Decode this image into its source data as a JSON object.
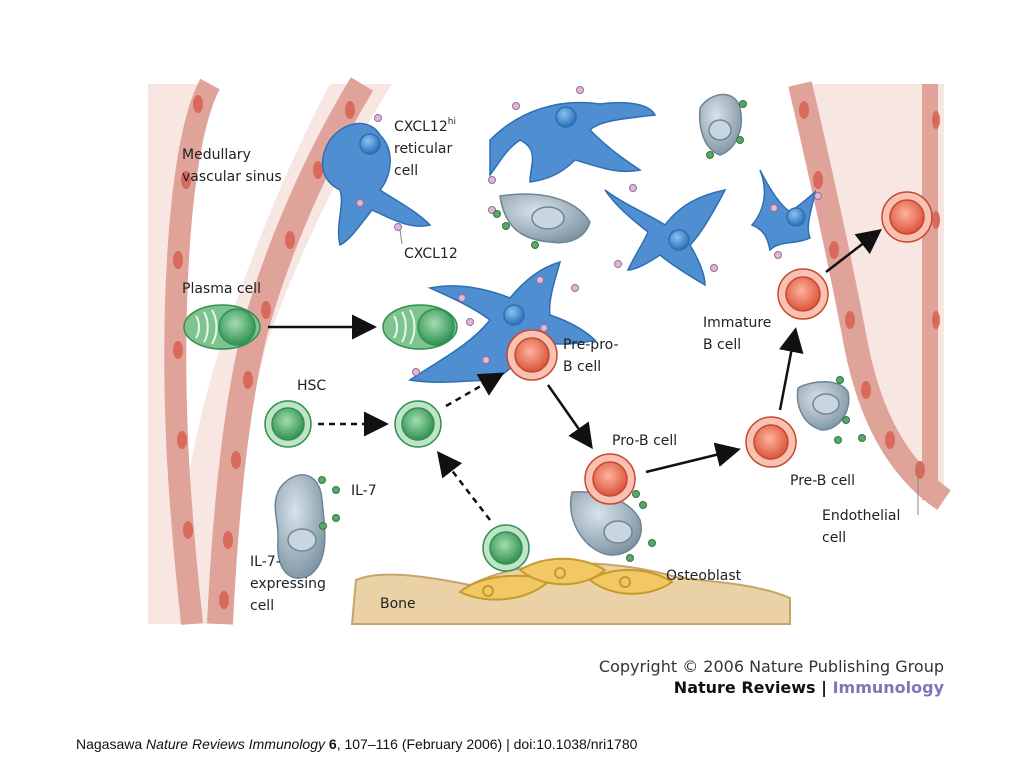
{
  "labels": {
    "medullary_sinus": [
      "Medullary",
      "vascular sinus"
    ],
    "cxcl12hi_reticular": [
      "CXCL12",
      "hi",
      "reticular",
      "cell"
    ],
    "cxcl12": "CXCL12",
    "plasma_cell": "Plasma cell",
    "hsc": "HSC",
    "il7": "IL-7",
    "il7_expressing": [
      "IL-7-",
      "expressing",
      "cell"
    ],
    "bone": "Bone",
    "osteoblast": "Osteoblast",
    "pre_pro_b": [
      "Pre-pro-",
      "B cell"
    ],
    "pro_b": "Pro-B cell",
    "pre_b": "Pre-B cell",
    "immature_b": [
      "Immature",
      "B cell"
    ],
    "endothelial": [
      "Endothelial",
      "cell"
    ]
  },
  "copyright": {
    "line1": "Copyright © 2006 Nature Publishing Group",
    "journal_bold": "Nature Reviews",
    "separator": " | ",
    "journal_colored": "Immunology"
  },
  "citation": {
    "author": "Nagasawa ",
    "journal": "Nature Reviews Immunology",
    "volume": "6",
    "rest": ", 107–116 (February 2006) | doi:10.1038/nri1780"
  },
  "colors": {
    "vessel_wall": "#e8b3ad",
    "vessel_fill": "#f7e6e2",
    "reticular": "#4f8fd1",
    "green_cell": "#58b06e",
    "orange_cell": "#ec7a5c",
    "grey_cell": "#9fb3c0",
    "osteoblast": "#f2c864",
    "bone": "#ead2a6",
    "ligand_pink": "#d8a8d0",
    "ligand_green": "#5aa56a"
  }
}
